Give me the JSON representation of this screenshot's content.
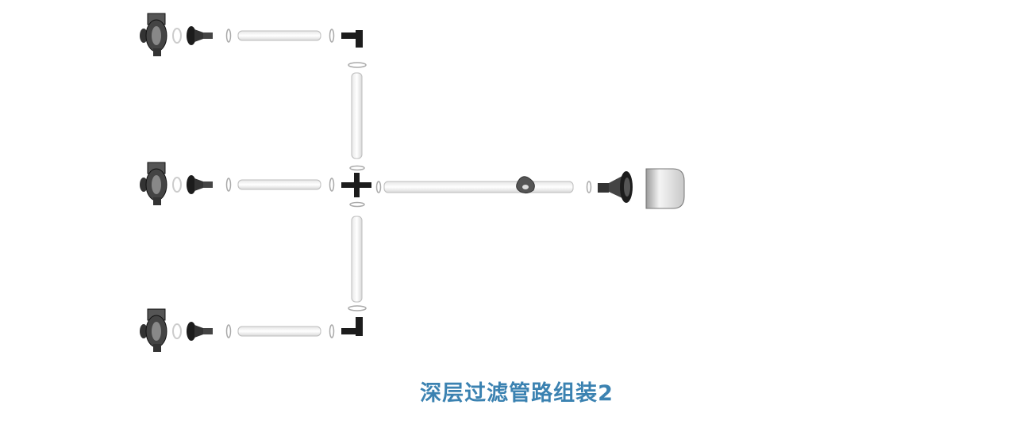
{
  "caption": "深层过滤管路组装2",
  "colors": {
    "caption": "#3b82b1",
    "tube_fill": "#f4f4f4",
    "tube_stroke": "#bdbdbd",
    "part_dark": "#1c1c1c",
    "filter_fill": "#e2e2e2"
  },
  "rows": [
    {
      "name": "top-branch",
      "end_fitting": "elbow-down"
    },
    {
      "name": "middle-branch",
      "end_fitting": "cross"
    },
    {
      "name": "bottom-branch",
      "end_fitting": "elbow-up"
    }
  ]
}
